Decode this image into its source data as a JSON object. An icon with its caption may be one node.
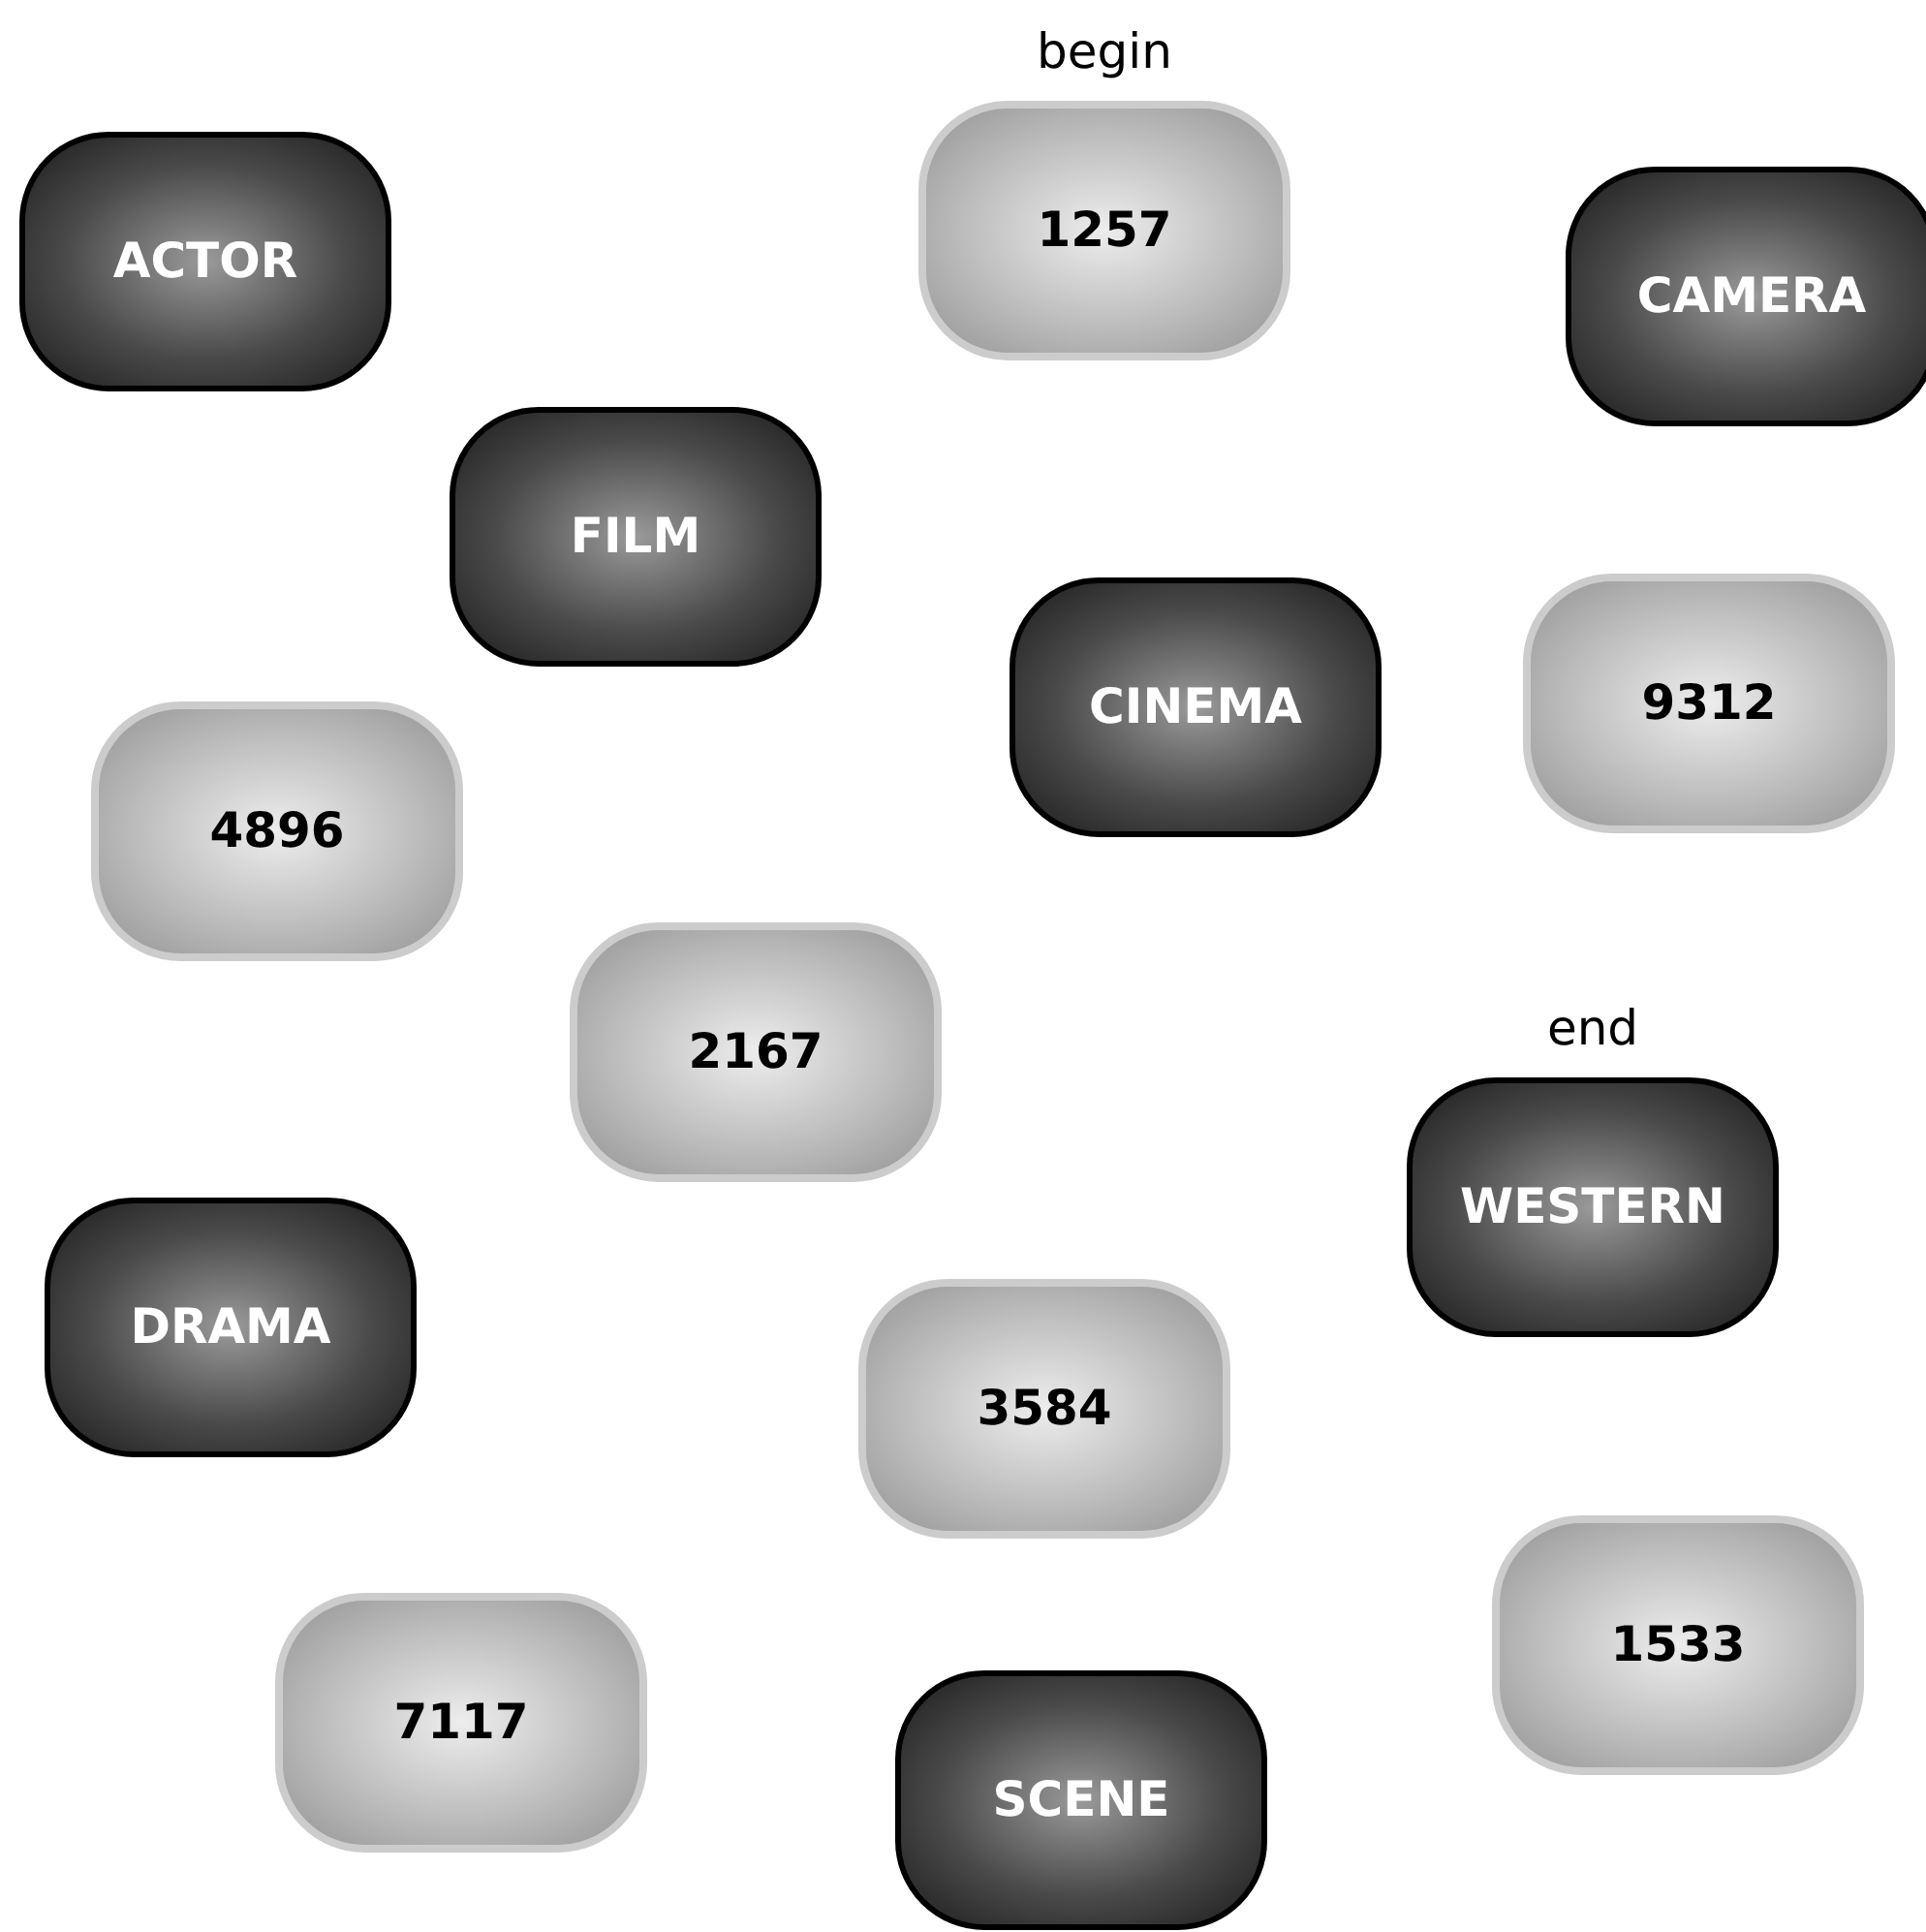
{
  "diagram": {
    "nodes": [
      {
        "text": [
          "1257"
        ],
        "beside": [
          "begin"
        ]
      },
      {
        "text": [
          "ACTOR"
        ]
      },
      {
        "text": [
          "CAMERA"
        ]
      },
      {
        "text": [
          "FILM"
        ]
      },
      {
        "text": [
          "CINEMA"
        ]
      },
      {
        "text": [
          "9312"
        ]
      },
      {
        "text": [
          "4896"
        ]
      },
      {
        "text": [
          "2167"
        ]
      },
      {
        "text": [
          "WESTERN"
        ],
        "beside": [
          "end"
        ]
      },
      {
        "text": [
          "DRAMA"
        ]
      },
      {
        "text": [
          "3584"
        ]
      },
      {
        "text": [
          "1533"
        ]
      },
      {
        "text": [
          "7117"
        ]
      },
      {
        "text": [
          "SCENE"
        ]
      }
    ]
  }
}
